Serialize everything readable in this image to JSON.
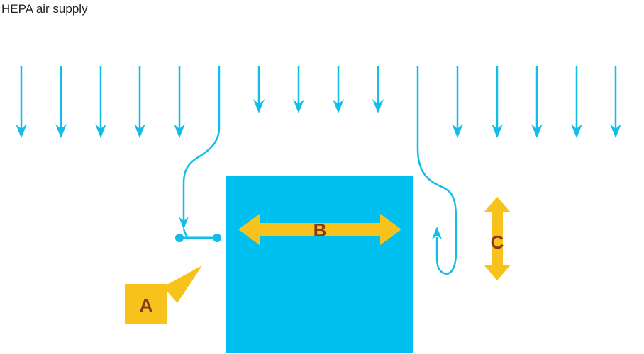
{
  "title": "HEPA air supply",
  "labels": {
    "a": "A",
    "b": "B",
    "c": "C"
  },
  "colors": {
    "flow": "#12bde7",
    "block": "#00c0ef",
    "callout": "#f6c21b",
    "label_text": "#8a3a1c",
    "title_text": "#222222"
  }
}
